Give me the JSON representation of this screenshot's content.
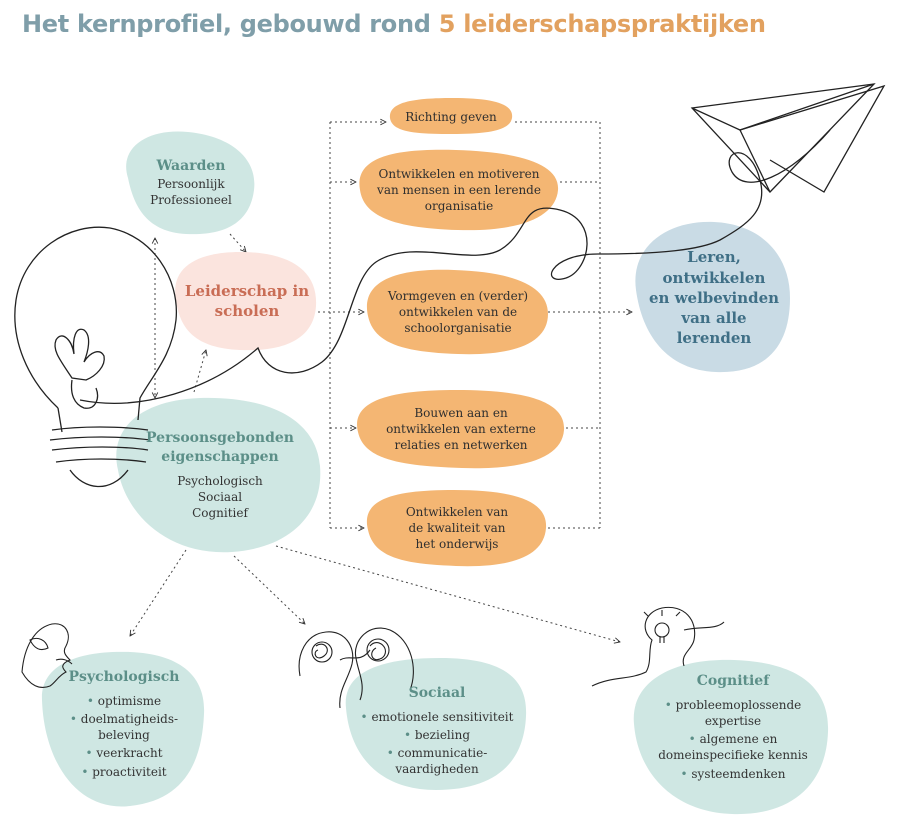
{
  "title": {
    "main": "Het kernprofiel, gebouwd rond ",
    "highlight": "5 leiderschapspraktijken"
  },
  "waarden": {
    "title": "Waarden",
    "items": [
      "Persoonlijk",
      "Professioneel"
    ]
  },
  "leiderschap": {
    "line1": "Leiderschap in",
    "line2": "scholen"
  },
  "persoonsgebonden": {
    "line1": "Persoonsgebonden",
    "line2": "eigenschappen",
    "items": [
      "Psychologisch",
      "Sociaal",
      "Cognitief"
    ]
  },
  "praktijken": [
    {
      "lines": [
        "Richting geven"
      ]
    },
    {
      "lines": [
        "Ontwikkelen en motiveren",
        "van mensen in een lerende",
        "organisatie"
      ]
    },
    {
      "lines": [
        "Vormgeven en (verder)",
        "ontwikkelen van de",
        "schoolorganisatie"
      ]
    },
    {
      "lines": [
        "Bouwen aan en",
        "ontwikkelen van externe",
        "relaties en netwerken"
      ]
    },
    {
      "lines": [
        "Ontwikkelen van",
        "de kwaliteit van",
        "het onderwijs"
      ]
    }
  ],
  "leren": {
    "lines": [
      "Leren,",
      "ontwikkelen",
      "en welbevinden",
      "van alle",
      "lerenden"
    ]
  },
  "psychologisch": {
    "title": "Psychologisch",
    "items": [
      "optimisme",
      "doelmatigheids-\nbeleving",
      "veerkracht",
      "proactiviteit"
    ]
  },
  "sociaal": {
    "title": "Sociaal",
    "items": [
      "emotionele sensitiviteit",
      "bezieling",
      "communicatie-\nvaardigheden"
    ]
  },
  "cognitief": {
    "title": "Cognitief",
    "items": [
      "probleemoplossende\nexpertise",
      "algemene en\ndomeinspecifieke kennis",
      "systeemdenken"
    ]
  },
  "colors": {
    "title_grey": "#7f9ea9",
    "title_orange": "#e2a15f",
    "mint": "#cfe7e3",
    "orange": "#f4b673",
    "pink": "#fbe4de",
    "blue": "#c9dbe5",
    "line": "#222222"
  },
  "icons": [
    "lightbulb-icon",
    "paper-plane-icon",
    "head-profile-icon",
    "two-heads-icon",
    "head-lightbulb-icon"
  ]
}
